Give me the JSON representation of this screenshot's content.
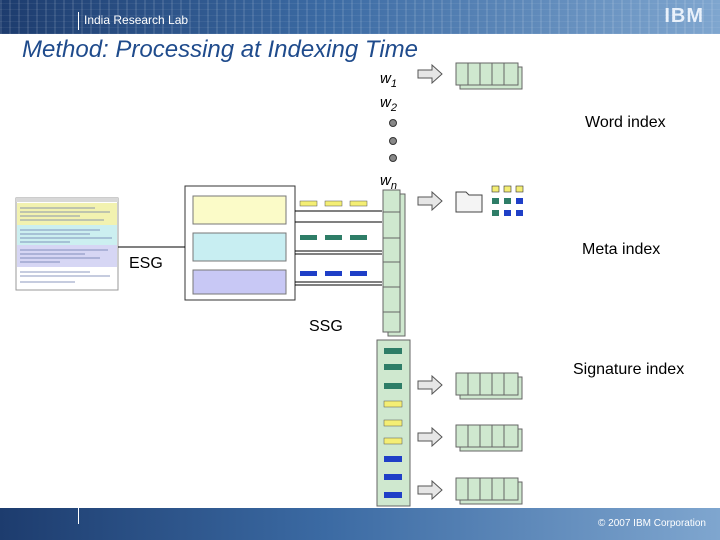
{
  "header": {
    "lab_name": "India Research Lab",
    "logo_text": "IBM"
  },
  "title": "Method: Processing at Indexing Time",
  "labels": {
    "word_index": "Word index",
    "meta_index": "Meta index",
    "signature_index": "Signature index",
    "esg": "ESG",
    "ssg": "SSG"
  },
  "words": {
    "w1_base": "w",
    "w1_sub": "1",
    "w2_base": "w",
    "w2_sub": "2",
    "wn_base": "w",
    "wn_sub": "n"
  },
  "footer": {
    "copyright": "© 2007 IBM Corporation"
  },
  "colors": {
    "yellow": "#f4ee74",
    "teal": "#2e7d67",
    "blue": "#1f3fc7",
    "light_yellow": "#fbfbc8",
    "light_cyan": "#c8eef2",
    "lavender": "#c8c8f5",
    "page_green": "#cfe8cf",
    "arrow_fill": "#e6e6e6"
  }
}
